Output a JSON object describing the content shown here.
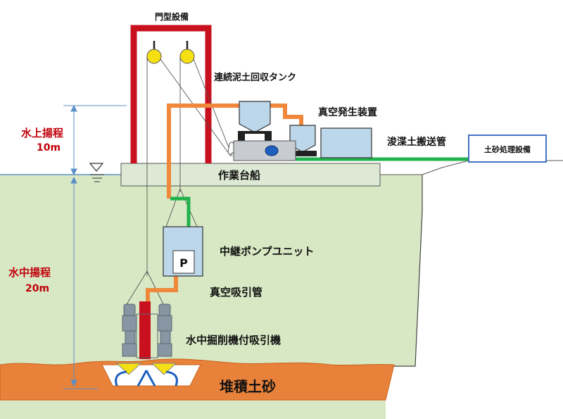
{
  "labels": {
    "gantry": "門型設備",
    "mud_tank": "連続泥土回収タンク",
    "vacuum_generator": "真空発生装置",
    "transport_pipe": "浚渫土搬送管",
    "soil_treatment": "土砂処理設備",
    "work_barge": "作業台船",
    "relay_pump": "中継ポンプユニット",
    "pump_mark": "P",
    "vacuum_pipe": "真空吸引管",
    "excavator": "水中掘削機付吸引機",
    "sediment": "堆積土砂"
  },
  "dimensions": {
    "above_title": "水上揚程",
    "above_value": "10m",
    "below_title": "水中揚程",
    "below_value": "20m"
  },
  "colors": {
    "gantry_red": "#c8101e",
    "pipe_orange": "#f0883c",
    "pipe_green": "#22b24c",
    "water_green": "#d8e8c4",
    "sediment_orange": "#e8823a",
    "barge_fill": "#dde9d4",
    "equipment_blue": "#bcd6ea",
    "label_red": "#c0000a"
  }
}
